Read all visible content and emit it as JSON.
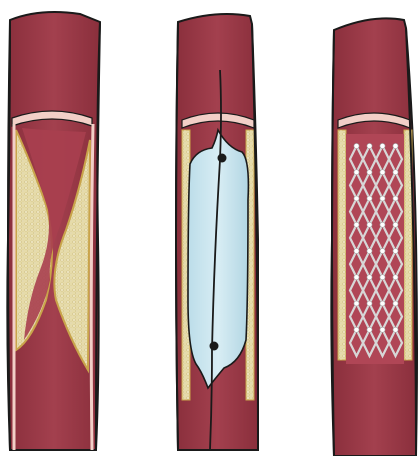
{
  "colors": {
    "vessel_wall": "#9c3a47",
    "vessel_wall_shade": "#7d2936",
    "lumen": "#a93f4f",
    "lumen_highlight": "#c25a69",
    "inner_lining": "#f2cfc7",
    "plaque": "#e6dba9",
    "plaque_dots": "#f8f2d6",
    "plaque_edge": "#c9a44a",
    "balloon": "#cfe6ef",
    "balloon_shade": "#a9d0de",
    "wire": "#1a1a1a",
    "stent": "#d7d7d7",
    "stent_node": "#ffffff",
    "outline": "#1a1a1a"
  },
  "panels": [
    {
      "stage": "narrowed-artery-with-plaque",
      "icon": "plaque-icon"
    },
    {
      "stage": "balloon-angioplasty",
      "icon": "balloon-icon"
    },
    {
      "stage": "stent-placed",
      "icon": "stent-icon"
    }
  ]
}
